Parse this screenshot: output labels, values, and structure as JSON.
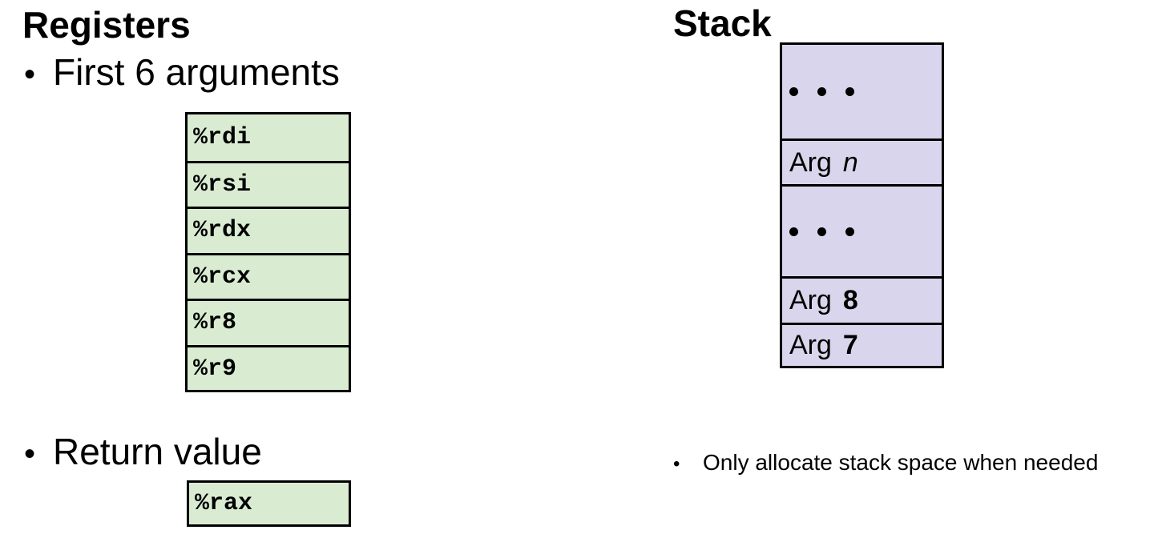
{
  "registers": {
    "title": "Registers",
    "bullet_args": "First 6 arguments",
    "bullet_return": "Return value",
    "argument_registers": [
      "%rdi",
      "%rsi",
      "%rdx",
      "%rcx",
      "%r8",
      "%r9"
    ],
    "return_register": "%rax",
    "box_fill": "#d9ecd2"
  },
  "stack": {
    "title": "Stack",
    "cells": [
      {
        "kind": "ellipsis"
      },
      {
        "kind": "arg",
        "label": "Arg",
        "value": "n",
        "value_style": "italic"
      },
      {
        "kind": "ellipsis"
      },
      {
        "kind": "arg",
        "label": "Arg",
        "value": "8",
        "value_style": "bold"
      },
      {
        "kind": "arg",
        "label": "Arg",
        "value": "7",
        "value_style": "bold"
      }
    ],
    "note": "Only allocate stack space when needed",
    "box_fill": "#d8d5ec"
  },
  "glyphs": {
    "bullet": "•"
  },
  "colors": {
    "border": "#000000",
    "background": "#ffffff",
    "text": "#000000"
  }
}
